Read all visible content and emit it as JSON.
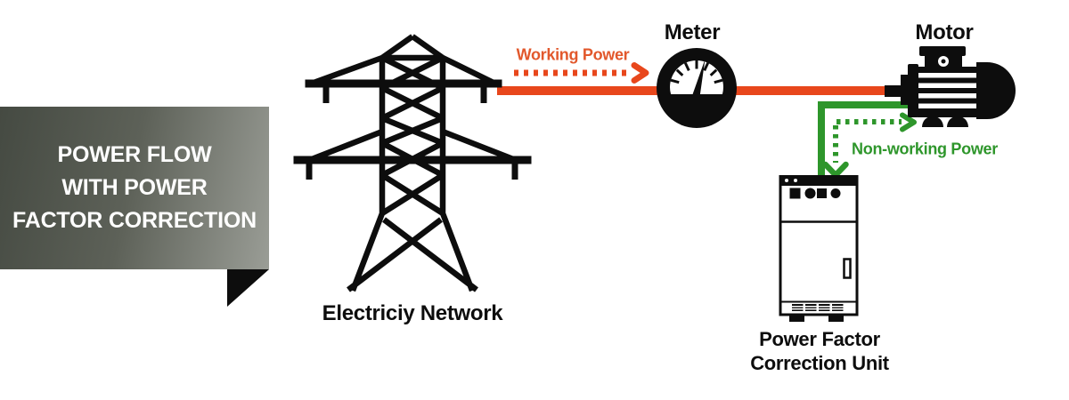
{
  "banner": {
    "lines": [
      "POWER FLOW",
      "WITH POWER",
      "FACTOR CORRECTION"
    ]
  },
  "labels": {
    "network": "Electriciy Network",
    "meter": "Meter",
    "motor": "Motor",
    "working_power": "Working Power",
    "non_working_power": "Non-working Power",
    "pfc_line1": "Power Factor",
    "pfc_line2": "Correction Unit"
  },
  "colors": {
    "ink": "#0d0d0d",
    "flow_orange": "#E8471C",
    "flow_orange_text": "#E2582C",
    "flow_green": "#2E962B",
    "banner_from": "#454A42",
    "banner_mid": "#5D6158",
    "banner_to": "#9A9D96",
    "banner_text": "#FFFFFF",
    "background": "#FFFFFF"
  }
}
